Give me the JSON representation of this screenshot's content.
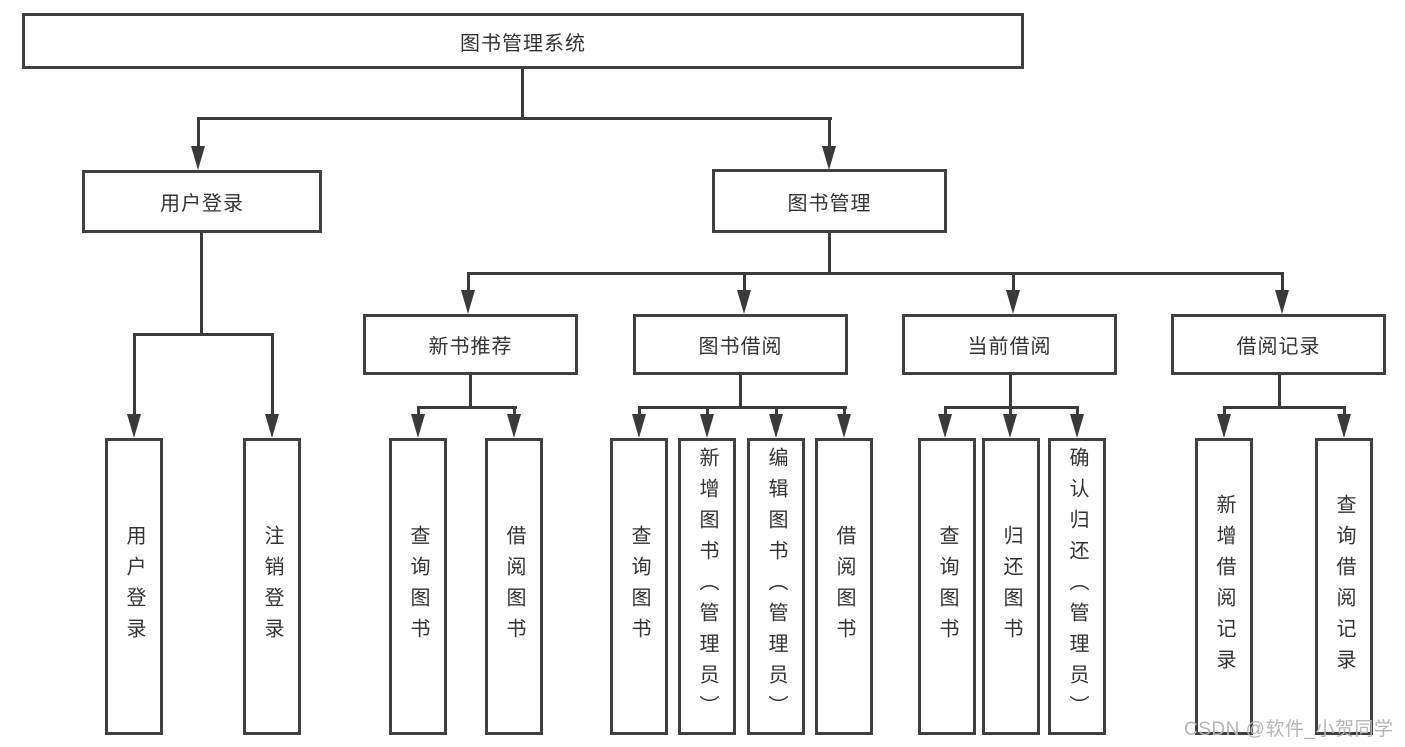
{
  "diagram": {
    "type": "hierarchy-tree",
    "colors": {
      "background": "#ffffff",
      "box_border": "#404040",
      "line": "#3a3a3a",
      "text": "#333333",
      "watermark": "#b7b4b4"
    },
    "root": {
      "label": "图书管理系统"
    },
    "level2": [
      {
        "label": "用户登录"
      },
      {
        "label": "图书管理"
      }
    ],
    "level3": [
      {
        "label": "新书推荐",
        "parent": "图书管理"
      },
      {
        "label": "图书借阅",
        "parent": "图书管理"
      },
      {
        "label": "当前借阅",
        "parent": "图书管理"
      },
      {
        "label": "借阅记录",
        "parent": "图书管理"
      }
    ],
    "leaves": [
      {
        "label": "用户登录",
        "parent": "用户登录"
      },
      {
        "label": "注销登录",
        "parent": "用户登录"
      },
      {
        "label": "查询图书",
        "parent": "新书推荐"
      },
      {
        "label": "借阅图书",
        "parent": "新书推荐"
      },
      {
        "label": "查询图书",
        "parent": "图书借阅"
      },
      {
        "label": "新增图书（管理员）",
        "parent": "图书借阅"
      },
      {
        "label": "编辑图书（管理员）",
        "parent": "图书借阅"
      },
      {
        "label": "借阅图书",
        "parent": "图书借阅"
      },
      {
        "label": "查询图书",
        "parent": "当前借阅"
      },
      {
        "label": "归还图书",
        "parent": "当前借阅"
      },
      {
        "label": "确认归还（管理员）",
        "parent": "当前借阅"
      },
      {
        "label": "新增借阅记录",
        "parent": "借阅记录"
      },
      {
        "label": "查询借阅记录",
        "parent": "借阅记录"
      }
    ],
    "watermark": "CSDN @软件_小贺同学"
  }
}
